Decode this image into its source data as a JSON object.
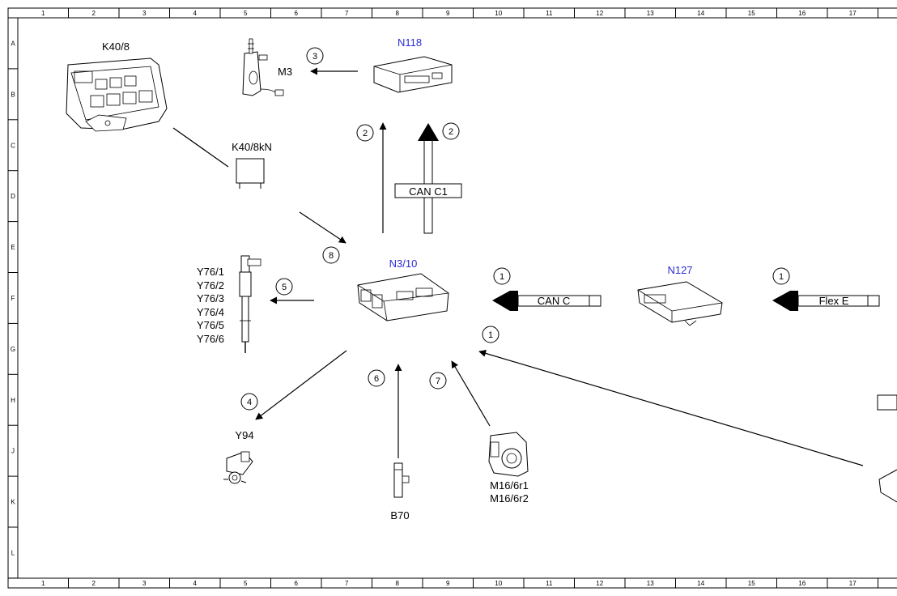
{
  "ruler": {
    "columns": [
      "1",
      "2",
      "3",
      "4",
      "5",
      "6",
      "7",
      "8",
      "9",
      "10",
      "11",
      "12",
      "13",
      "14",
      "15",
      "16",
      "17"
    ],
    "rows": [
      "A",
      "B",
      "C",
      "D",
      "E",
      "F",
      "G",
      "H",
      "J",
      "K",
      "L"
    ]
  },
  "colors": {
    "component_label": "#2b2bd6",
    "line": "#000000"
  },
  "components": {
    "k40_8": "K40/8",
    "k40_8kn": "K40/8kN",
    "m3": "M3",
    "n118": "N118",
    "n3_10": "N3/10",
    "n127": "N127",
    "y76": [
      "Y76/1",
      "Y76/2",
      "Y76/3",
      "Y76/4",
      "Y76/5",
      "Y76/6"
    ],
    "y94": "Y94",
    "b70": "B70",
    "m16": [
      "M16/6r1",
      "M16/6r2"
    ]
  },
  "buses": {
    "can_c1": "CAN C1",
    "can_c": "CAN C",
    "flex_e": "Flex E"
  },
  "markers": {
    "m3_link": "3",
    "n118_signal": "2",
    "can_c1_link": "2",
    "k40_link": "8",
    "injector_link": "5",
    "can_c_link": "1",
    "flex_e_link": "1",
    "lower_right_link": "1",
    "y94_link": "4",
    "b70_link": "6",
    "m16_link": "7"
  }
}
